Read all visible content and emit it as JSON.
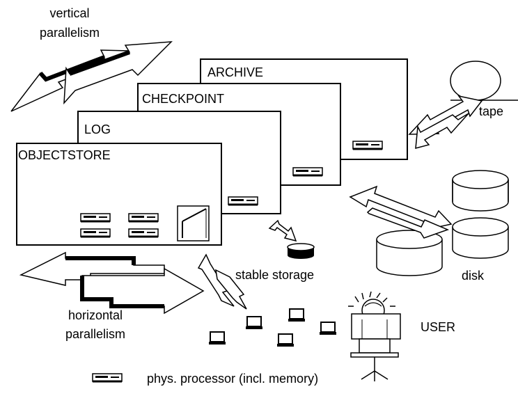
{
  "labels": {
    "vertical_line1": "vertical",
    "vertical_line2": "parallelism",
    "horizontal_line1": "horizontal",
    "horizontal_line2": "parallelism",
    "stable_storage": "stable storage",
    "tape": "tape",
    "disk": "disk",
    "user": "USER",
    "legend": "phys. processor (incl. memory)"
  },
  "layers": [
    "ARCHIVE",
    "CHECKPOINT",
    "LOG",
    "OBJECTSTORE"
  ],
  "colors": {
    "ink": "#000000",
    "background": "#ffffff"
  },
  "icons": {
    "processor": "processor-icon",
    "laptop": "laptop-icon",
    "tape": "tape-drum-icon",
    "disk": "disk-cylinder-icon",
    "user": "user-at-workstation-icon"
  }
}
